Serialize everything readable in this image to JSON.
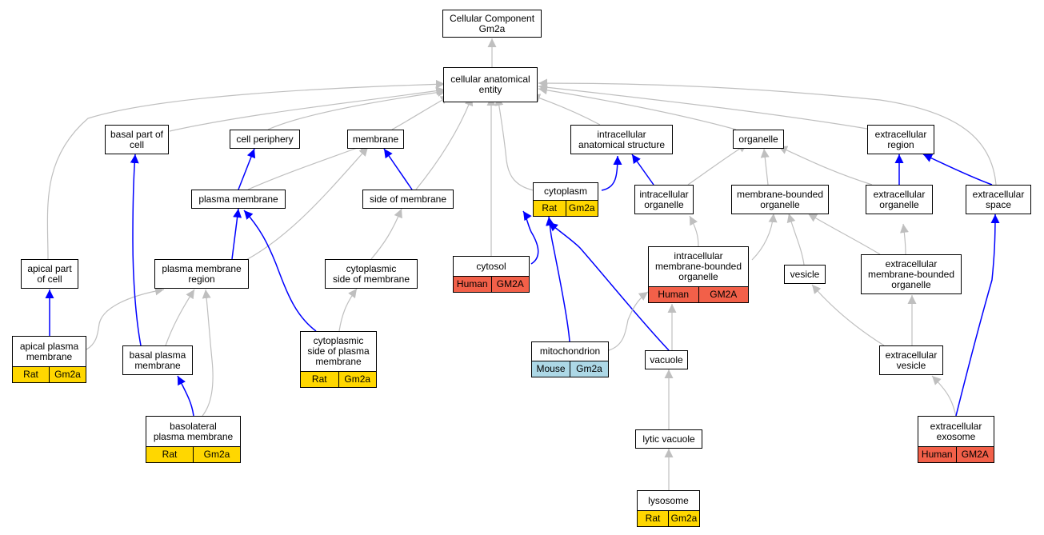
{
  "colors": {
    "rat": "#ffd700",
    "mouse": "#add8e6",
    "human": "#f26049",
    "edge_is_a": "#bfbfbf",
    "edge_part_of": "#0000ff"
  },
  "nodes": [
    {
      "id": "cc",
      "lines": [
        "Cellular Component",
        "Gm2a"
      ],
      "tags": []
    },
    {
      "id": "cae",
      "lines": [
        "cellular anatomical",
        "entity"
      ],
      "tags": []
    },
    {
      "id": "basalpart",
      "lines": [
        "basal part of",
        "cell"
      ],
      "tags": []
    },
    {
      "id": "cellperiph",
      "lines": [
        "cell periphery"
      ],
      "tags": []
    },
    {
      "id": "membrane",
      "lines": [
        "membrane"
      ],
      "tags": []
    },
    {
      "id": "ias",
      "lines": [
        "intracellular",
        "anatomical structure"
      ],
      "tags": []
    },
    {
      "id": "organelle",
      "lines": [
        "organelle"
      ],
      "tags": []
    },
    {
      "id": "ecregion",
      "lines": [
        "extracellular",
        "region"
      ],
      "tags": []
    },
    {
      "id": "pm",
      "lines": [
        "plasma membrane"
      ],
      "tags": []
    },
    {
      "id": "sideofmem",
      "lines": [
        "side of membrane"
      ],
      "tags": []
    },
    {
      "id": "cytoplasm",
      "lines": [
        "cytoplasm"
      ],
      "tags": [
        {
          "label": "Rat",
          "species": "rat"
        },
        {
          "label": "Gm2a",
          "species": "rat"
        }
      ]
    },
    {
      "id": "icorg",
      "lines": [
        "intracellular",
        "organelle"
      ],
      "tags": []
    },
    {
      "id": "mborg",
      "lines": [
        "membrane-bounded",
        "organelle"
      ],
      "tags": []
    },
    {
      "id": "ecorg",
      "lines": [
        "extracellular",
        "organelle"
      ],
      "tags": []
    },
    {
      "id": "ecspace",
      "lines": [
        "extracellular",
        "space"
      ],
      "tags": []
    },
    {
      "id": "apicalpart",
      "lines": [
        "apical part",
        "of cell"
      ],
      "tags": []
    },
    {
      "id": "pmregion",
      "lines": [
        "plasma membrane",
        "region"
      ],
      "tags": []
    },
    {
      "id": "cytoside",
      "lines": [
        "cytoplasmic",
        "side of membrane"
      ],
      "tags": []
    },
    {
      "id": "cytosol",
      "lines": [
        "cytosol"
      ],
      "tags": [
        {
          "label": "Human",
          "species": "human"
        },
        {
          "label": "GM2A",
          "species": "human"
        }
      ]
    },
    {
      "id": "icmborg",
      "lines": [
        "intracellular",
        "membrane-bounded",
        "organelle"
      ],
      "tags": [
        {
          "label": "Human",
          "species": "human"
        },
        {
          "label": "GM2A",
          "species": "human"
        }
      ]
    },
    {
      "id": "vesicle",
      "lines": [
        "vesicle"
      ],
      "tags": []
    },
    {
      "id": "ecmborg",
      "lines": [
        "extracellular",
        "membrane-bounded",
        "organelle"
      ],
      "tags": []
    },
    {
      "id": "apicalpm",
      "lines": [
        "apical plasma",
        "membrane"
      ],
      "tags": [
        {
          "label": "Rat",
          "species": "rat"
        },
        {
          "label": "Gm2a",
          "species": "rat"
        }
      ]
    },
    {
      "id": "basalpm",
      "lines": [
        "basal plasma",
        "membrane"
      ],
      "tags": []
    },
    {
      "id": "cytosidepm",
      "lines": [
        "cytoplasmic",
        "side of plasma",
        "membrane"
      ],
      "tags": [
        {
          "label": "Rat",
          "species": "rat"
        },
        {
          "label": "Gm2a",
          "species": "rat"
        }
      ]
    },
    {
      "id": "mito",
      "lines": [
        "mitochondrion"
      ],
      "tags": [
        {
          "label": "Mouse",
          "species": "mouse"
        },
        {
          "label": "Gm2a",
          "species": "mouse"
        }
      ]
    },
    {
      "id": "vacuole",
      "lines": [
        "vacuole"
      ],
      "tags": []
    },
    {
      "id": "ecvesicle",
      "lines": [
        "extracellular",
        "vesicle"
      ],
      "tags": []
    },
    {
      "id": "basolateral",
      "lines": [
        "basolateral",
        "plasma membrane"
      ],
      "tags": [
        {
          "label": "Rat",
          "species": "rat"
        },
        {
          "label": "Gm2a",
          "species": "rat"
        }
      ]
    },
    {
      "id": "exosome",
      "lines": [
        "extracellular",
        "exosome"
      ],
      "tags": [
        {
          "label": "Human",
          "species": "human"
        },
        {
          "label": "GM2A",
          "species": "human"
        }
      ]
    },
    {
      "id": "lytic",
      "lines": [
        "lytic vacuole"
      ],
      "tags": []
    },
    {
      "id": "lysosome",
      "lines": [
        "lysosome"
      ],
      "tags": [
        {
          "label": "Rat",
          "species": "rat"
        },
        {
          "label": "Gm2a",
          "species": "rat"
        }
      ]
    }
  ],
  "edges": [
    {
      "from": "cae",
      "to": "cc",
      "type": "is_a"
    },
    {
      "from": "basalpart",
      "to": "cae",
      "type": "is_a"
    },
    {
      "from": "cellperiph",
      "to": "cae",
      "type": "is_a"
    },
    {
      "from": "membrane",
      "to": "cae",
      "type": "is_a"
    },
    {
      "from": "ias",
      "to": "cae",
      "type": "is_a"
    },
    {
      "from": "organelle",
      "to": "cae",
      "type": "is_a"
    },
    {
      "from": "ecregion",
      "to": "cae",
      "type": "is_a"
    },
    {
      "from": "apicalpart",
      "to": "cae",
      "type": "is_a"
    },
    {
      "from": "sideofmem",
      "to": "cae",
      "type": "is_a"
    },
    {
      "from": "cytoplasm",
      "to": "cae",
      "type": "is_a"
    },
    {
      "from": "cytosol",
      "to": "cae",
      "type": "is_a"
    },
    {
      "from": "ecspace",
      "to": "cae",
      "type": "is_a"
    },
    {
      "from": "pm",
      "to": "cellperiph",
      "type": "part_of"
    },
    {
      "from": "pm",
      "to": "membrane",
      "type": "is_a"
    },
    {
      "from": "sideofmem",
      "to": "membrane",
      "type": "part_of"
    },
    {
      "from": "pmregion",
      "to": "membrane",
      "type": "is_a"
    },
    {
      "from": "cytoplasm",
      "to": "ias",
      "type": "part_of"
    },
    {
      "from": "icorg",
      "to": "ias",
      "type": "part_of"
    },
    {
      "from": "icorg",
      "to": "organelle",
      "type": "is_a"
    },
    {
      "from": "mborg",
      "to": "organelle",
      "type": "is_a"
    },
    {
      "from": "ecorg",
      "to": "organelle",
      "type": "is_a"
    },
    {
      "from": "ecorg",
      "to": "ecregion",
      "type": "part_of"
    },
    {
      "from": "ecspace",
      "to": "ecregion",
      "type": "part_of"
    },
    {
      "from": "pmregion",
      "to": "pm",
      "type": "part_of"
    },
    {
      "from": "cytosidepm",
      "to": "pm",
      "type": "part_of"
    },
    {
      "from": "cytoside",
      "to": "sideofmem",
      "type": "is_a"
    },
    {
      "from": "cytosol",
      "to": "cytoplasm",
      "type": "part_of"
    },
    {
      "from": "mito",
      "to": "cytoplasm",
      "type": "part_of"
    },
    {
      "from": "vacuole",
      "to": "cytoplasm",
      "type": "part_of"
    },
    {
      "from": "icmborg",
      "to": "icorg",
      "type": "is_a"
    },
    {
      "from": "icmborg",
      "to": "mborg",
      "type": "is_a"
    },
    {
      "from": "vesicle",
      "to": "mborg",
      "type": "is_a"
    },
    {
      "from": "ecmborg",
      "to": "mborg",
      "type": "is_a"
    },
    {
      "from": "ecmborg",
      "to": "ecorg",
      "type": "is_a"
    },
    {
      "from": "ecvesicle",
      "to": "ecmborg",
      "type": "is_a"
    },
    {
      "from": "ecvesicle",
      "to": "vesicle",
      "type": "is_a"
    },
    {
      "from": "exosome",
      "to": "ecvesicle",
      "type": "is_a"
    },
    {
      "from": "exosome",
      "to": "ecspace",
      "type": "part_of"
    },
    {
      "from": "apicalpm",
      "to": "apicalpart",
      "type": "part_of"
    },
    {
      "from": "apicalpm",
      "to": "pmregion",
      "type": "is_a"
    },
    {
      "from": "basalpm",
      "to": "basalpart",
      "type": "part_of"
    },
    {
      "from": "basalpm",
      "to": "pmregion",
      "type": "is_a"
    },
    {
      "from": "basolateral",
      "to": "basalpm",
      "type": "part_of"
    },
    {
      "from": "basolateral",
      "to": "pmregion",
      "type": "is_a"
    },
    {
      "from": "cytosidepm",
      "to": "cytoside",
      "type": "is_a"
    },
    {
      "from": "mito",
      "to": "icmborg",
      "type": "is_a"
    },
    {
      "from": "vacuole",
      "to": "icmborg",
      "type": "is_a"
    },
    {
      "from": "lytic",
      "to": "vacuole",
      "type": "is_a"
    },
    {
      "from": "lysosome",
      "to": "lytic",
      "type": "is_a"
    }
  ]
}
